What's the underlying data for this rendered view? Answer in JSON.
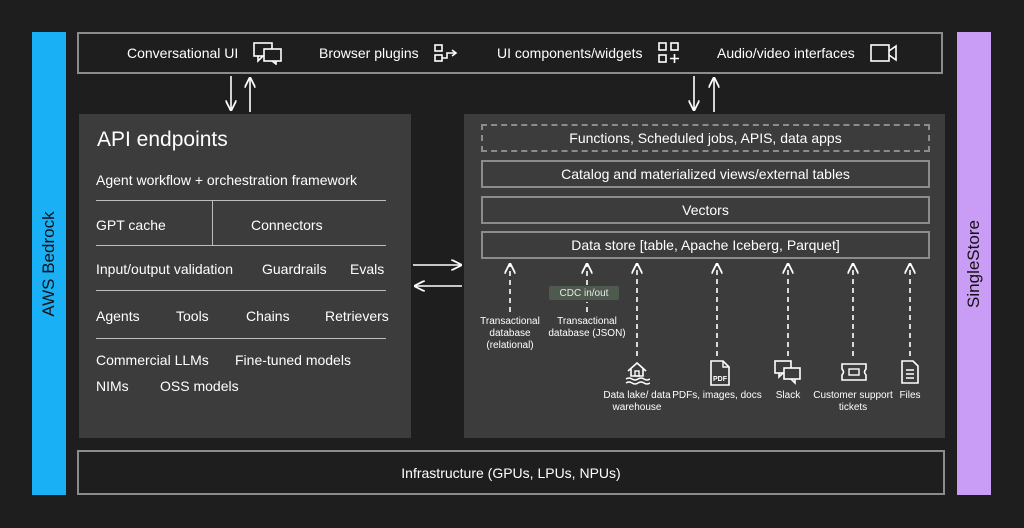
{
  "side_bars": {
    "left": {
      "label": "AWS Bedrock",
      "color": "#1ab0f5"
    },
    "right": {
      "label": "SingleStore",
      "color": "#c99cf5"
    }
  },
  "interfaces": [
    {
      "label": "Conversational UI",
      "icon": "chat-bubbles-icon"
    },
    {
      "label": "Browser plugins",
      "icon": "plugin-arrow-icon"
    },
    {
      "label": "UI components/widgets",
      "icon": "widgets-grid-icon"
    },
    {
      "label": "Audio/video interfaces",
      "icon": "video-camera-icon"
    }
  ],
  "api": {
    "title": "API endpoints",
    "workflow": "Agent workflow + orchestration framework",
    "gpt_cache": "GPT cache",
    "connectors": "Connectors",
    "io_validation": "Input/output validation",
    "guardrails": "Guardrails",
    "evals": "Evals",
    "agents": "Agents",
    "tools": "Tools",
    "chains": "Chains",
    "retrievers": "Retrievers",
    "commercial_llms": "Commercial LLMs",
    "fine_tuned": "Fine-tuned models",
    "nims": "NIMs",
    "oss_models": "OSS models"
  },
  "data_platform": {
    "functions": "Functions, Scheduled jobs, APIS, data apps",
    "catalog": "Catalog and materialized views/external tables",
    "vectors": "Vectors",
    "data_store": "Data store [table, Apache Iceberg, Parquet]",
    "cdc": "CDC in/out"
  },
  "sources": [
    {
      "label": "Transactional database (relational)",
      "icon": ""
    },
    {
      "label": "Transactional database (JSON)",
      "icon": ""
    },
    {
      "label": "Data lake/ data warehouse",
      "icon": "lake-house-icon"
    },
    {
      "label": "PDFs, images, docs",
      "icon": "pdf-file-icon"
    },
    {
      "label": "Slack",
      "icon": "slack-chat-icon"
    },
    {
      "label": "Customer support tickets",
      "icon": "ticket-icon"
    },
    {
      "label": "Files",
      "icon": "file-icon"
    }
  ],
  "infrastructure": "Infrastructure (GPUs, LPUs, NPUs)"
}
